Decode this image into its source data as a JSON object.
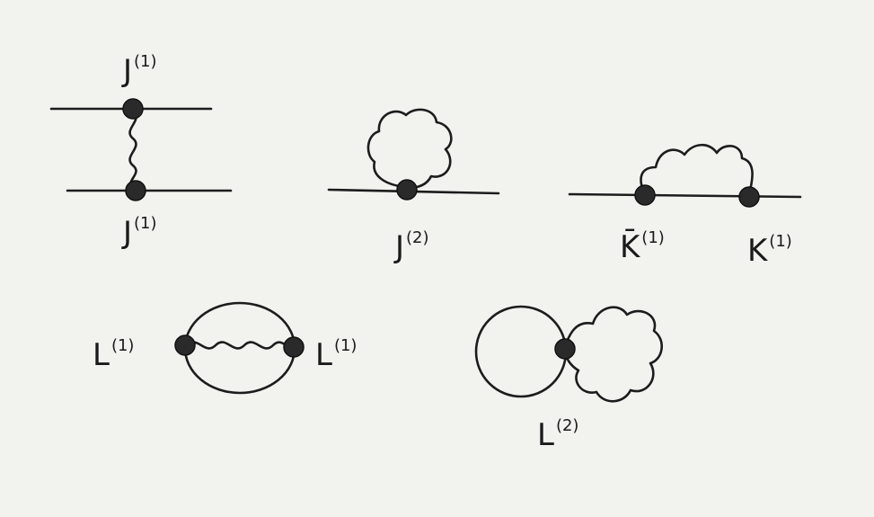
{
  "diagrams": {
    "j1_exchange": {
      "top_label": "J",
      "top_sup": "(1)",
      "bottom_label": "J",
      "bottom_sup": "(1)"
    },
    "j2_loop": {
      "label": "J",
      "sup": "(2)"
    },
    "k_self_energy": {
      "left_label": "K̄",
      "left_sup": "(1)",
      "right_label": "K",
      "right_sup": "(1)"
    },
    "l1_bubble": {
      "left_label": "L",
      "left_sup": "(1)",
      "right_label": "L",
      "right_sup": "(1)"
    },
    "l2_figure_eight": {
      "label": "L",
      "sup": "(2)"
    }
  },
  "colors": {
    "ink": "#1c1c1c",
    "paper": "#f2f2ef"
  }
}
